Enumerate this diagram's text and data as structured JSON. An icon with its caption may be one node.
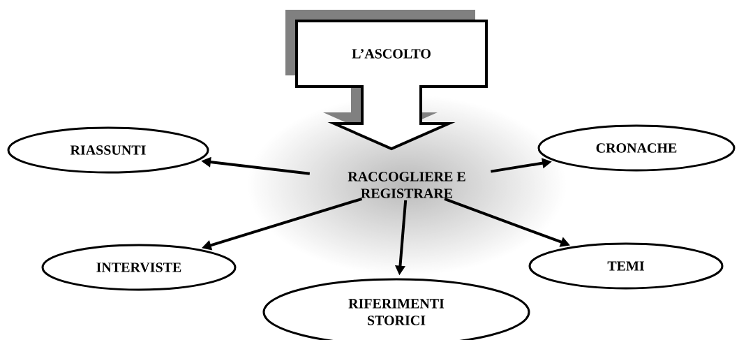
{
  "diagram": {
    "nodes": [
      {
        "text": [
          "L’ASCOLTO"
        ]
      },
      {
        "text": [
          "RIASSUNTI"
        ]
      },
      {
        "text": [
          "CRONACHE"
        ]
      },
      {
        "text": [
          "RACCOGLIERE E REGISTRARE"
        ]
      },
      {
        "text": [
          "INTERVISTE"
        ]
      },
      {
        "text": [
          "TEMI"
        ]
      },
      {
        "text": [
          "RIFERIMENTI STORICI"
        ]
      }
    ],
    "edges": [
      {
        "from": 0,
        "to": 3,
        "arrow": "to",
        "style": "thick"
      },
      {
        "from": 3,
        "to": 1,
        "arrow": "to"
      },
      {
        "from": 3,
        "to": 2,
        "arrow": "to"
      },
      {
        "from": 3,
        "to": 4,
        "arrow": "to"
      },
      {
        "from": 3,
        "to": 5,
        "arrow": "to"
      },
      {
        "from": 3,
        "to": 6,
        "arrow": "to"
      }
    ]
  }
}
